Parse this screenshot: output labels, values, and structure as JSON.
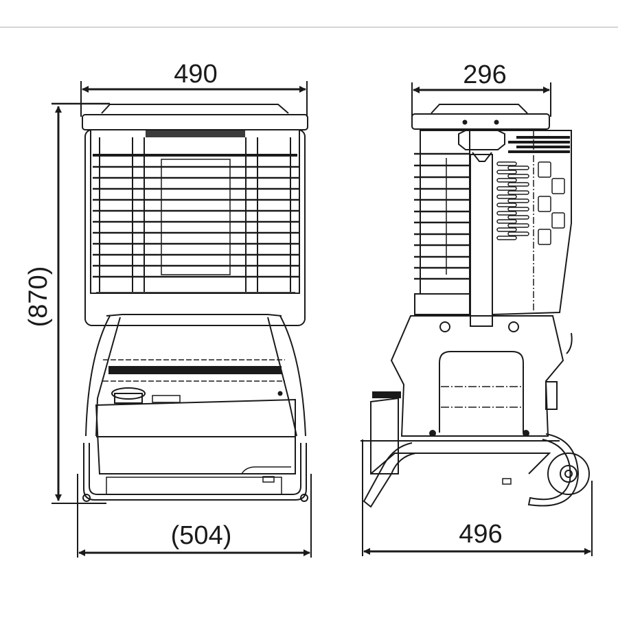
{
  "drawing": {
    "type": "dimensioned technical drawing",
    "subject": "portable heater",
    "views": [
      {
        "name": "front-view",
        "dimensions": {
          "top_width": "490",
          "height": "(870)",
          "base_width": "(504)"
        }
      },
      {
        "name": "side-view",
        "dimensions": {
          "top_width": "296",
          "base_width": "496"
        }
      }
    ],
    "units": "mm",
    "line_color": "#1a1a1a",
    "background": "#ffffff",
    "divider_color": "#b0b0b0"
  }
}
